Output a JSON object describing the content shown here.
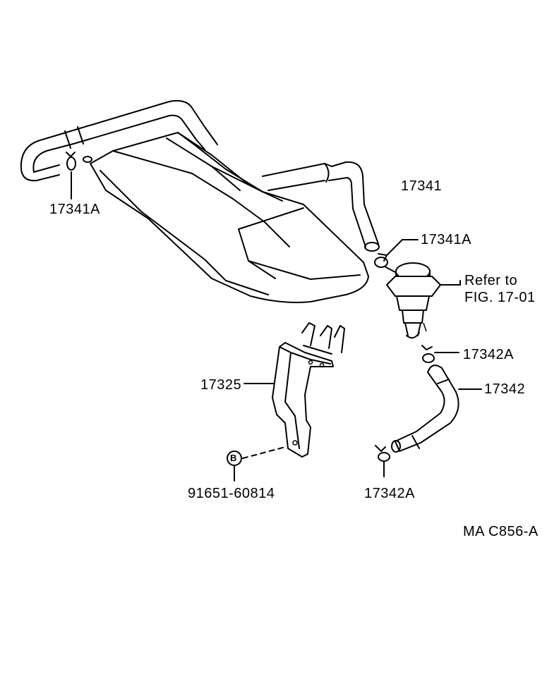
{
  "labels": {
    "hose_upper": "17341",
    "clamp_upper_left": "17341A",
    "clamp_upper_right": "17341A",
    "refer_line1": "Refer to",
    "refer_line2": "FIG. 17-01",
    "clamp_lower_right": "17342A",
    "hose_lower": "17342",
    "bracket": "17325",
    "clamp_lower": "17342A",
    "bolt_marker": "B",
    "bolt": "91651-60814",
    "figure_code": "MA C856-A"
  }
}
